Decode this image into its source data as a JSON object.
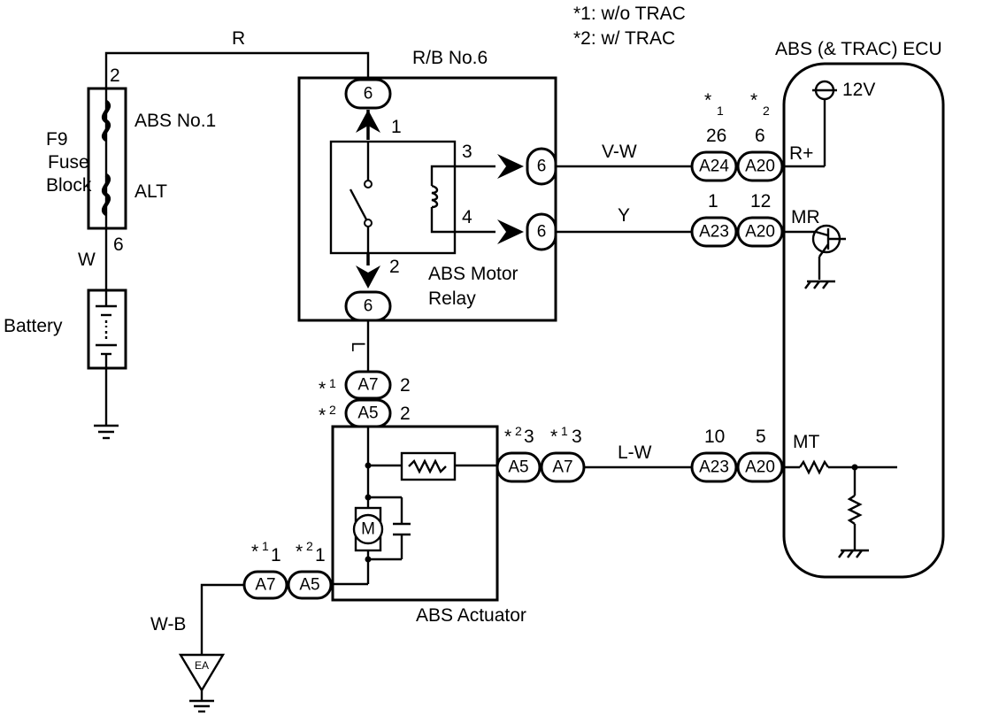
{
  "notes": {
    "note1": "*1: w/o TRAC",
    "note2": "*2: w/   TRAC"
  },
  "fuse_block": {
    "name_line1": "F9",
    "name_line2": "Fuse",
    "name_line3": "Block",
    "fuse1": "ABS No.1",
    "fuse2": "ALT",
    "pin_top": "2",
    "pin_bottom": "6"
  },
  "battery": {
    "label": "Battery"
  },
  "wires": {
    "r": "R",
    "w": "W",
    "vw": "V-W",
    "y": "Y",
    "l": "L",
    "lw": "L-W",
    "wb": "W-B"
  },
  "relay_block": {
    "title": "R/B No.6",
    "connector": "6",
    "relay_line1": "ABS Motor",
    "relay_line2": "Relay",
    "pin1": "1",
    "pin2": "2",
    "pin3": "3",
    "pin4": "4"
  },
  "ecu": {
    "title": "ABS (& TRAC) ECU",
    "supply": "12V",
    "terminals": {
      "rplus": "R+",
      "mr": "MR",
      "mt": "MT"
    },
    "col_star1": "*",
    "col_sub1": "1",
    "col_star2": "*",
    "col_sub2": "2",
    "rplus_pin1": "26",
    "rplus_pin2": "6",
    "mr_pin1": "1",
    "mr_pin2": "12",
    "mt_pin1": "10",
    "mt_pin2": "5"
  },
  "connectors": {
    "a24": "A24",
    "a20": "A20",
    "a23": "A23",
    "a7": "A7",
    "a5": "A5"
  },
  "actuator": {
    "title": "ABS Actuator",
    "motor": "M",
    "top_star1": "*",
    "top_sup1": "1",
    "top_star2": "*",
    "top_sup2": "2",
    "top_pin_a7": "2",
    "top_pin_a5": "2",
    "right_star2": "*",
    "right_sup2": "2",
    "right_pin2": "3",
    "right_star1": "*",
    "right_sup1": "1",
    "right_pin1": "3",
    "left_star1": "*",
    "left_sup1": "1",
    "left_pin1": "1",
    "left_star2": "*",
    "left_sup2": "2",
    "left_pin2": "1"
  },
  "ground": {
    "ea": "EA"
  }
}
